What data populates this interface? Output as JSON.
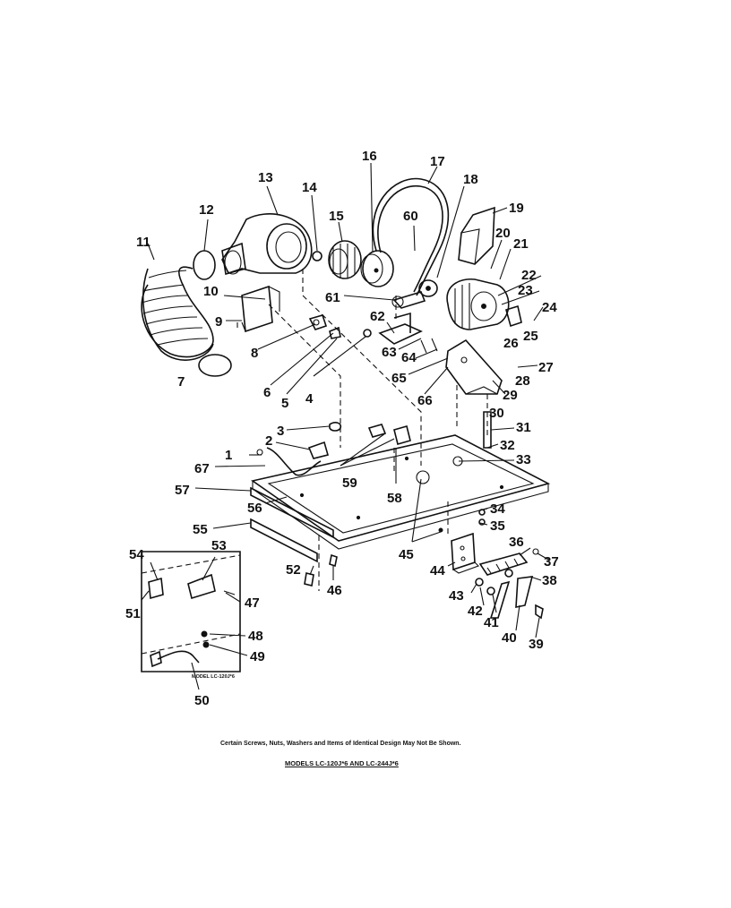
{
  "notes": {
    "caption": "Certain Screws, Nuts, Washers and Items of Identical Design May Not Be Shown.",
    "models": "MODELS LC-120J*6 AND LC-244J*6",
    "inset_model": "MODEL LC-120J*6"
  },
  "labels": {
    "p1": "1",
    "p2": "2",
    "p3": "3",
    "p4": "4",
    "p5": "5",
    "p6": "6",
    "p7": "7",
    "p8": "8",
    "p9": "9",
    "p10": "10",
    "p11": "11",
    "p12": "12",
    "p13": "13",
    "p14": "14",
    "p15": "15",
    "p16": "16",
    "p17": "17",
    "p18": "18",
    "p19": "19",
    "p20": "20",
    "p21": "21",
    "p22": "22",
    "p23": "23",
    "p24": "24",
    "p25": "25",
    "p26": "26",
    "p27": "27",
    "p28": "28",
    "p29": "29",
    "p30": "30",
    "p31": "31",
    "p32": "32",
    "p33": "33",
    "p34": "34",
    "p35": "35",
    "p36": "36",
    "p37": "37",
    "p38": "38",
    "p39": "39",
    "p40": "40",
    "p41": "41",
    "p42": "42",
    "p43": "43",
    "p44": "44",
    "p45": "45",
    "p46": "46",
    "p47": "47",
    "p48": "48",
    "p49": "49",
    "p50": "50",
    "p51": "51",
    "p52": "52",
    "p53": "53",
    "p54": "54",
    "p55": "55",
    "p56": "56",
    "p57": "57",
    "p58": "58",
    "p59": "59",
    "p60": "60",
    "p61": "61",
    "p62": "62",
    "p63": "63",
    "p64": "64",
    "p65": "65",
    "p66": "66",
    "p67": "67"
  },
  "colors": {
    "ink": "#111111",
    "paper": "#ffffff"
  }
}
